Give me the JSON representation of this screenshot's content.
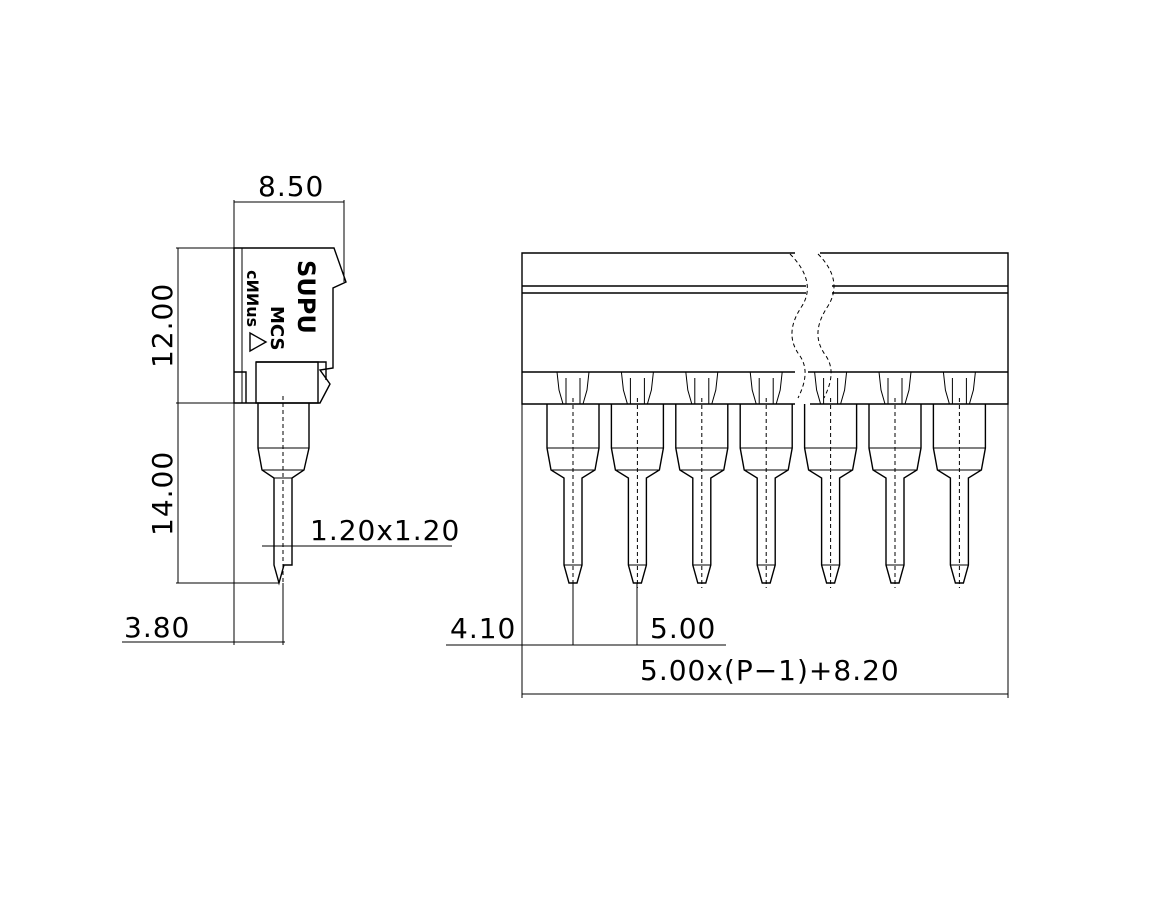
{
  "side_view": {
    "width_dim": "8.50",
    "height_dim": "12.00",
    "pin_length_dim": "14.00",
    "pin_size_dim": "1.20x1.20",
    "pin_offset_dim": "3.80",
    "markings": {
      "brand": "SUPU",
      "model": "MCS",
      "ul_mark": "cИИus"
    }
  },
  "front_view": {
    "first_pin_offset_dim": "4.10",
    "pitch_dim": "5.00",
    "total_length_dim": "5.00x(P−1)+8.20",
    "pin_count_shown": 7
  }
}
